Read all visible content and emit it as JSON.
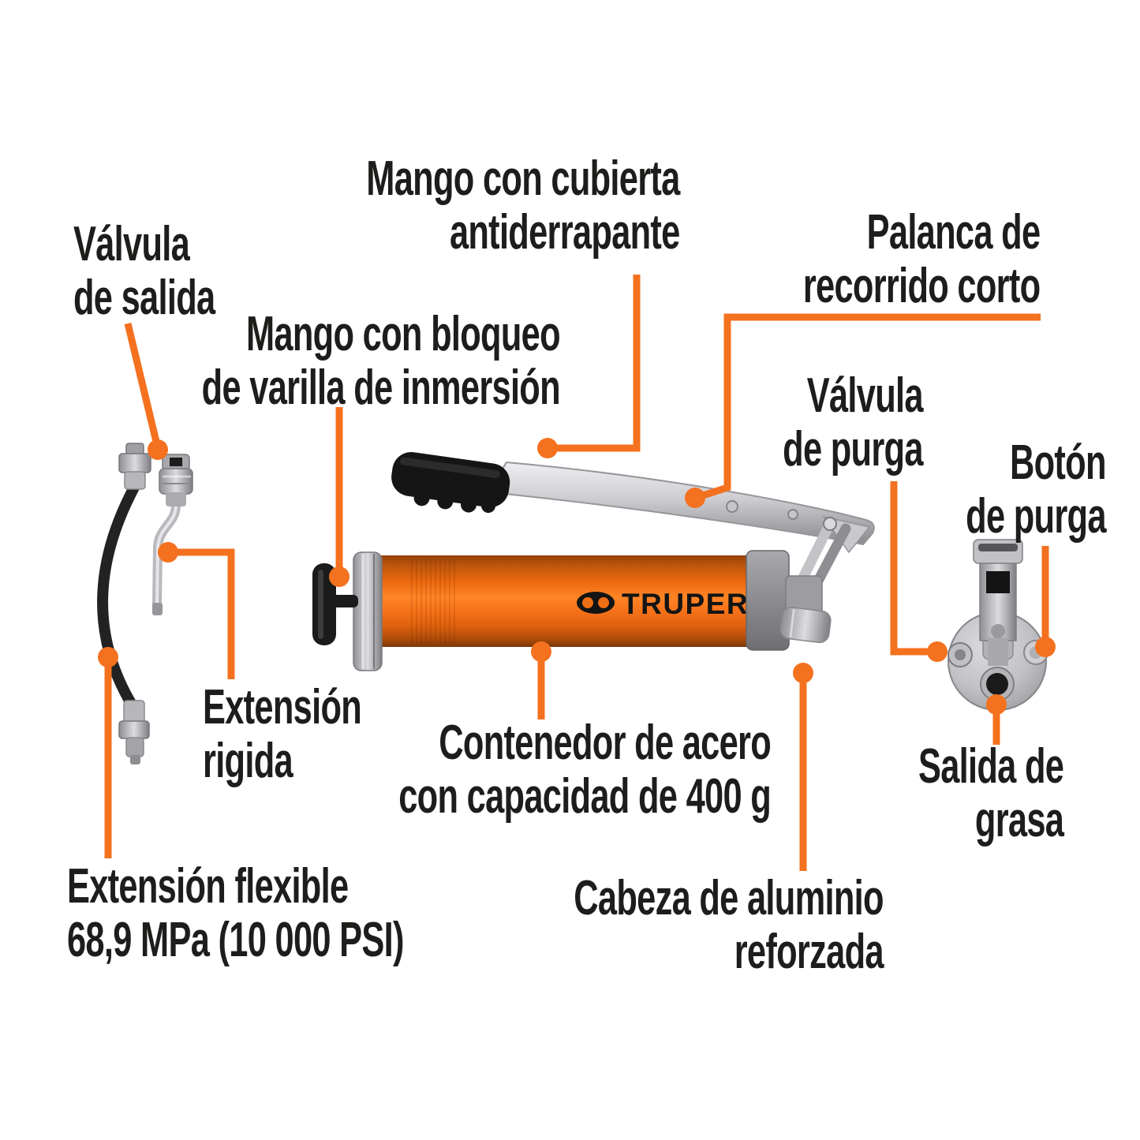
{
  "colors": {
    "accent_orange": "#f4711f",
    "label_text": "#1d1d1b",
    "barrel_orange": "#f0700f",
    "grip_black": "#161616",
    "metal_gray": "#c6c6ca"
  },
  "brand": {
    "logo_text": "TRUPER"
  },
  "labels": {
    "valvula_salida": "Válvula\nde salida",
    "mango_cubierta": "Mango con cubierta\nantiderrapante",
    "mango_bloqueo": "Mango con bloqueo\nde varilla de inmersión",
    "palanca": "Palanca de\nrecorrido corto",
    "valvula_purga": "Válvula\nde purga",
    "boton_purga": "Botón\nde purga",
    "extension_rigida": "Extensión\nrigida",
    "extension_flexible": "Extensión flexible\n68,9 MPa (10 000 PSI)",
    "contenedor": "Contenedor de acero\ncon capacidad de 400 g",
    "cabeza": "Cabeza de aluminio\nreforzada",
    "salida_grasa": "Salida de\ngrasa"
  }
}
